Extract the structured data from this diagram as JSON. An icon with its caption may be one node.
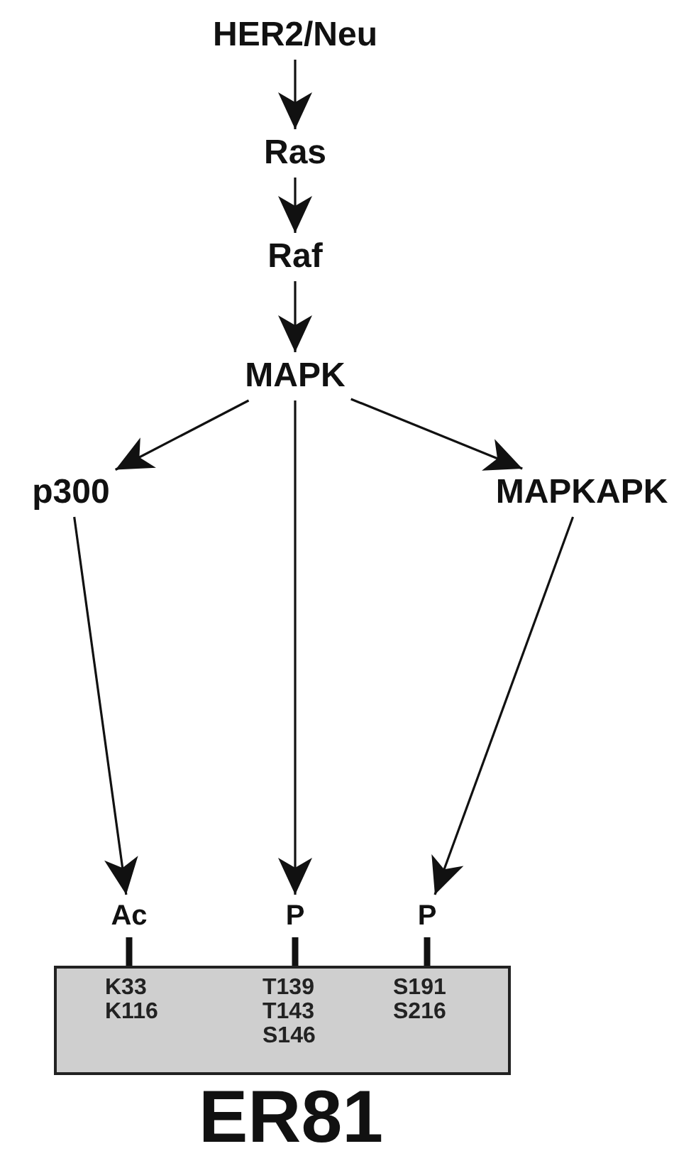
{
  "diagram": {
    "nodes": [
      {
        "text": [
          "HER2/Neu"
        ]
      },
      {
        "text": [
          "Ras"
        ]
      },
      {
        "text": [
          "Raf"
        ]
      },
      {
        "text": [
          "MAPK"
        ]
      },
      {
        "text": [
          "p300"
        ]
      },
      {
        "text": [
          "MAPKAPK"
        ]
      },
      {
        "text": [
          "Ac"
        ]
      },
      {
        "text": [
          "P"
        ]
      },
      {
        "text": [
          "P"
        ]
      },
      {
        "text": [
          "K33 K116",
          "T139 T143 S146",
          "S191 S216",
          "ER81"
        ]
      }
    ],
    "edges": [
      {
        "from": 0,
        "to": 1,
        "arrow": "to"
      },
      {
        "from": 1,
        "to": 2,
        "arrow": "to"
      },
      {
        "from": 2,
        "to": 3,
        "arrow": "to"
      },
      {
        "from": 3,
        "to": 4,
        "arrow": "to"
      },
      {
        "from": 3,
        "to": 7,
        "arrow": "to"
      },
      {
        "from": 3,
        "to": 5,
        "arrow": "to"
      },
      {
        "from": 4,
        "to": 6,
        "arrow": "to"
      },
      {
        "from": 5,
        "to": 8,
        "arrow": "to"
      },
      {
        "from": 6,
        "to": 9,
        "arrow": "none",
        "style": "thick"
      },
      {
        "from": 7,
        "to": 9,
        "arrow": "none",
        "style": "thick"
      },
      {
        "from": 8,
        "to": 9,
        "arrow": "none",
        "style": "thick"
      }
    ]
  }
}
